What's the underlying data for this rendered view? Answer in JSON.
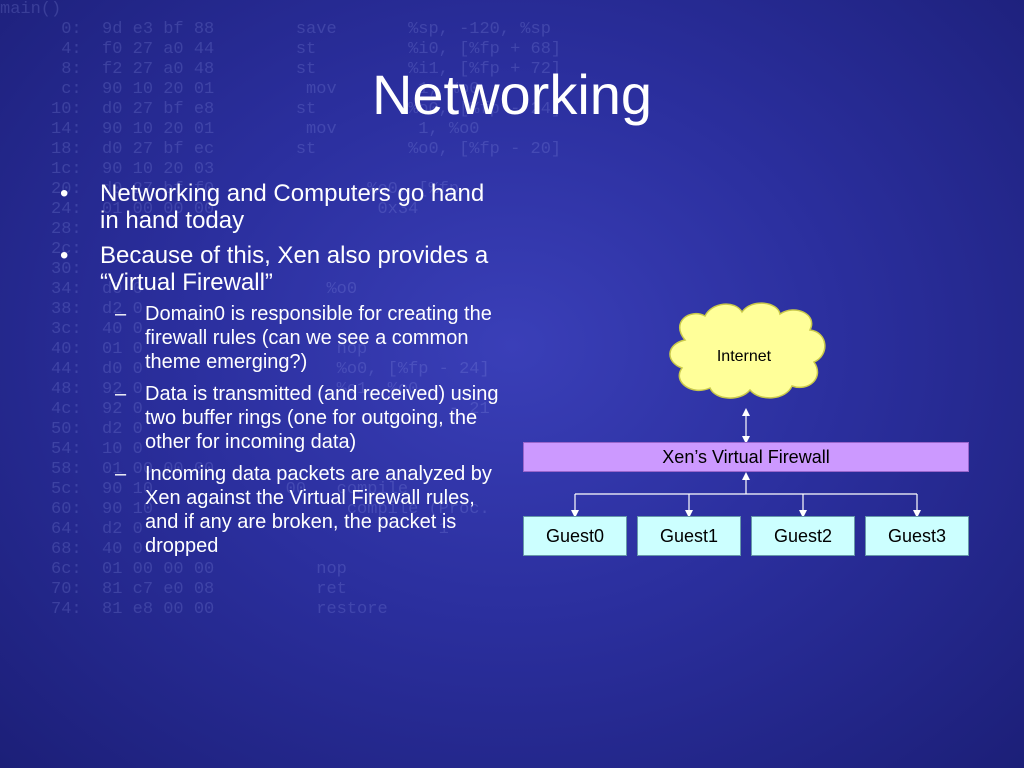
{
  "background_code": [
    "main()",
    "      0:  9d e3 bf 88        save       %sp, -120, %sp",
    "      4:  f0 27 a0 44        st         %i0, [%fp + 68]",
    "      8:  f2 27 a0 48        st         %i1, [%fp + 72]",
    "      c:  90 10 20 01         mov        1, %o0",
    "     10:  d0 27 bf e8        st         %o0, [%fp - 24]",
    "     14:  90 10 20 01         mov        1, %o0",
    "     18:  d0 27 bf ec        st         %o0, [%fp - 20]",
    "     1c:  90 10 20 03",
    "     20:  d0 27 bf f0               %o0, [%fp",
    "     24:  01 00 00 00                0x34",
    "     28:  ",
    "     2c:  ",
    "     30:  ",
    "     34:  d0 0                  %o0",
    "     38:  d2 0",
    "     3c:  40 0",
    "     40:  01 0                   nop",
    "     44:  d0 0                   %o0, [%fp - 24]",
    "     48:  92 0                   %o1, %o0",
    "     4c:  92 0                              - 21",
    "     50:  d2 0",
    "     54:  10 0",
    "     58:  01 00 00 00",
    "     5c:  90 10             00   compile",
    "     60:  90 10                   compile (Proc.",
    "     64:  d2 0                             1",
    "     68:  40 0",
    "     6c:  01 00 00 00          nop",
    "     70:  81 c7 e0 08          ret",
    "     74:  81 e8 00 00          restore"
  ],
  "title": "Networking",
  "bullets": [
    {
      "marker": "•",
      "text": "Networking and Computers go hand in hand today",
      "sub": []
    },
    {
      "marker": "•",
      "text": "Because of this, Xen also provides a “Virtual Firewall”",
      "sub": [
        {
          "marker": "–",
          "text": "Domain0 is responsible for creating the firewall rules (can we see a common theme emerging?)"
        },
        {
          "marker": "–",
          "text": "Data is transmitted (and received) using two buffer rings (one for outgoing, the other for incoming data)"
        },
        {
          "marker": "–",
          "text": "Incoming data packets are analyzed by Xen against the Virtual Firewall rules, and if any are broken, the packet is dropped"
        }
      ]
    }
  ],
  "diagram": {
    "cloud_label": "Internet",
    "firewall_label": "Xen’s Virtual Firewall",
    "guests": [
      "Guest0",
      "Guest1",
      "Guest2",
      "Guest3"
    ]
  },
  "colors": {
    "background": "#2b2f9e",
    "cloud_fill": "#ffff99",
    "firewall_fill": "#cc99ff",
    "guest_fill": "#ccffff"
  }
}
